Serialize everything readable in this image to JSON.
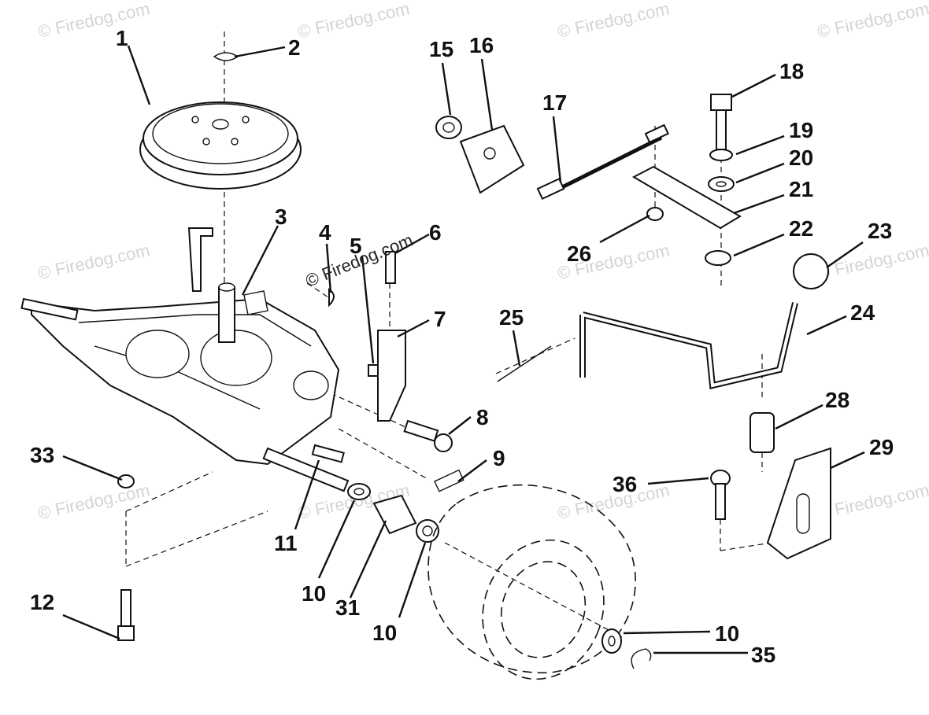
{
  "watermarks": {
    "text": "© Firedog.com",
    "main_text": "© Firedog.com"
  },
  "callouts": [
    {
      "id": "1",
      "text": "1"
    },
    {
      "id": "2",
      "text": "2"
    },
    {
      "id": "3",
      "text": "3"
    },
    {
      "id": "4",
      "text": "4"
    },
    {
      "id": "5",
      "text": "5"
    },
    {
      "id": "6",
      "text": "6"
    },
    {
      "id": "7",
      "text": "7"
    },
    {
      "id": "8",
      "text": "8"
    },
    {
      "id": "9",
      "text": "9"
    },
    {
      "id": "10a",
      "text": "10"
    },
    {
      "id": "10b",
      "text": "10"
    },
    {
      "id": "10c",
      "text": "10"
    },
    {
      "id": "11",
      "text": "11"
    },
    {
      "id": "12",
      "text": "12"
    },
    {
      "id": "15",
      "text": "15"
    },
    {
      "id": "16",
      "text": "16"
    },
    {
      "id": "17",
      "text": "17"
    },
    {
      "id": "18",
      "text": "18"
    },
    {
      "id": "19",
      "text": "19"
    },
    {
      "id": "20",
      "text": "20"
    },
    {
      "id": "21",
      "text": "21"
    },
    {
      "id": "22",
      "text": "22"
    },
    {
      "id": "23",
      "text": "23"
    },
    {
      "id": "24",
      "text": "24"
    },
    {
      "id": "25",
      "text": "25"
    },
    {
      "id": "26",
      "text": "26"
    },
    {
      "id": "28",
      "text": "28"
    },
    {
      "id": "29",
      "text": "29"
    },
    {
      "id": "31",
      "text": "31"
    },
    {
      "id": "33",
      "text": "33"
    },
    {
      "id": "35",
      "text": "35"
    },
    {
      "id": "36",
      "text": "36"
    }
  ]
}
